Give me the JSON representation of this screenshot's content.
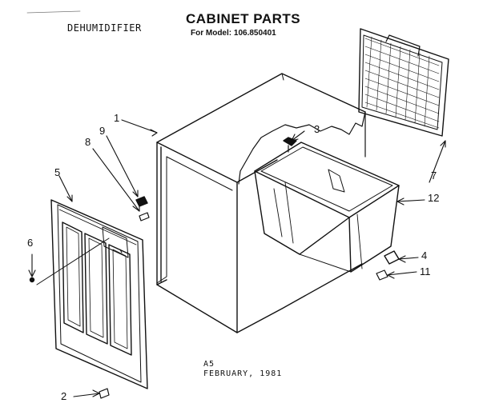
{
  "header": {
    "appliance": "DEHUMIDIFIER",
    "title": "CABINET PARTS",
    "model": "For Model: 106.850401"
  },
  "footer": {
    "code": "A5",
    "date": "FEBRUARY, 1981"
  },
  "callouts": [
    "1",
    "2",
    "3",
    "4",
    "5",
    "6",
    "7",
    "8",
    "9",
    "11",
    "12"
  ]
}
